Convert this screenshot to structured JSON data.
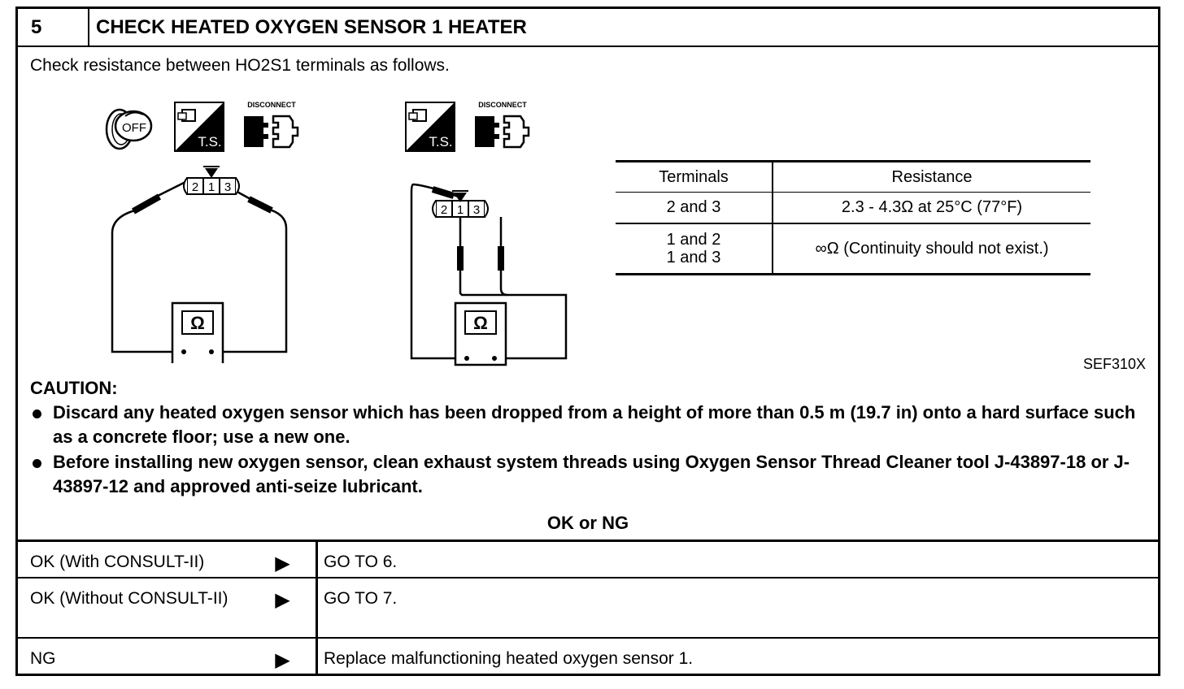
{
  "step": {
    "number": "5",
    "title": "CHECK HEATED OXYGEN SENSOR 1 HEATER"
  },
  "intro": "Check resistance between HO2S1 terminals as follows.",
  "icons": {
    "ignition": "OFF",
    "ts": "T.S.",
    "disconnect": "DISCONNECT"
  },
  "diagram": {
    "left_terminals": [
      "2",
      "1",
      "3"
    ],
    "right_terminals": [
      "2",
      "1",
      "3"
    ],
    "meter_symbol": "Ω",
    "figure_code": "SEF310X"
  },
  "table": {
    "headers": [
      "Terminals",
      "Resistance"
    ],
    "rows": [
      {
        "terminals": [
          "2 and 3"
        ],
        "resistance": "2.3 - 4.3Ω at 25°C (77°F)"
      },
      {
        "terminals": [
          "1 and 2",
          "1 and 3"
        ],
        "resistance": "∞Ω (Continuity should not exist.)"
      }
    ]
  },
  "caution": {
    "title": "CAUTION:",
    "items": [
      "Discard any heated oxygen sensor which has been dropped from a height of more than 0.5 m (19.7 in) onto a hard surface such as a concrete floor; use a new one.",
      "Before installing new oxygen sensor, clean exhaust system threads using Oxygen Sensor Thread Cleaner tool J-43897-18 or J-43897-12 and approved anti-seize lubricant."
    ]
  },
  "verdict": "OK or NG",
  "results": [
    {
      "condition": "OK (With CONSULT-II)",
      "arrow": "▶",
      "action": "GO TO 6."
    },
    {
      "condition": "OK (Without CONSULT-II)",
      "arrow": "▶",
      "action": "GO TO 7."
    },
    {
      "condition": "NG",
      "arrow": "▶",
      "action": "Replace malfunctioning heated oxygen sensor 1."
    }
  ]
}
